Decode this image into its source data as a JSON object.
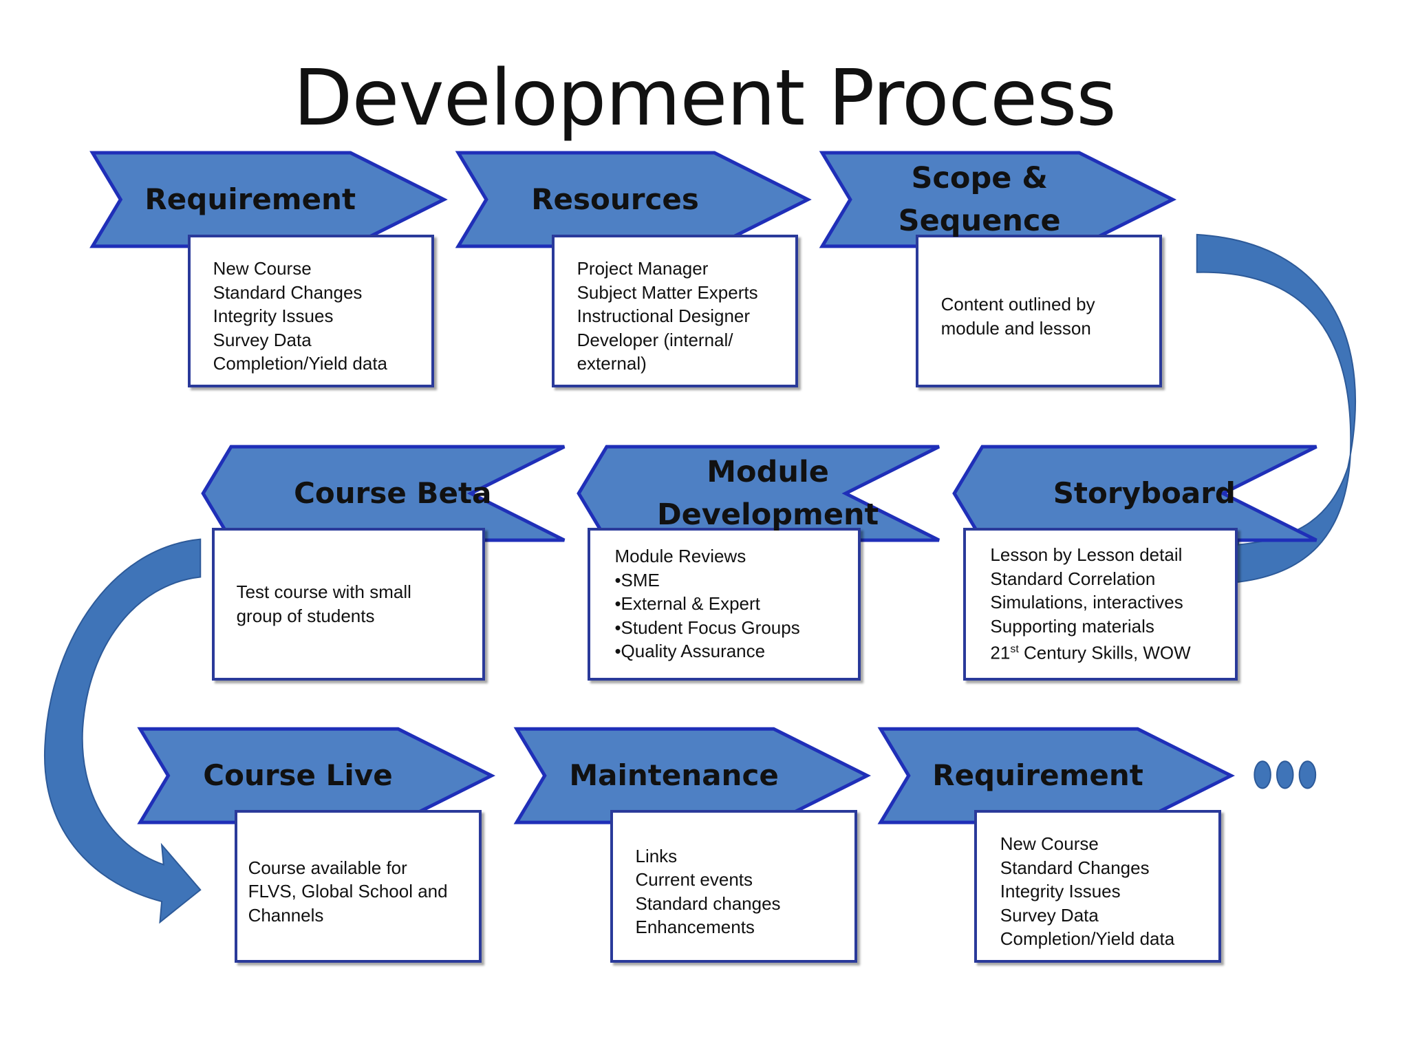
{
  "title": "Development Process",
  "colors": {
    "chevron_fill": "#4e80c4",
    "chevron_border": "#1f2fb8",
    "arrow_fill": "#3f74b8",
    "box_border": "#2a3a9a"
  },
  "rows": [
    {
      "direction": "right",
      "steps": [
        {
          "label": "Requirement",
          "items": [
            "New Course",
            "Standard Changes",
            "Integrity Issues",
            "Survey Data",
            "Completion/Yield data"
          ]
        },
        {
          "label": "Resources",
          "items": [
            "Project Manager",
            "Subject Matter Experts",
            "Instructional Designer",
            "Developer (internal/",
            "external)"
          ]
        },
        {
          "label": "Scope & Sequence",
          "items": [
            "Content outlined by",
            "module and lesson"
          ]
        }
      ]
    },
    {
      "direction": "left",
      "steps": [
        {
          "label": "Course Beta",
          "items": [
            "Test course with small",
            "group of students"
          ]
        },
        {
          "label": "Module Development",
          "items": [
            "Module Reviews",
            "•SME",
            "•External & Expert",
            "•Student  Focus Groups",
            "•Quality Assurance"
          ]
        },
        {
          "label": "Storyboard",
          "items": [
            "Lesson by Lesson detail",
            "Standard Correlation",
            "Simulations, interactives",
            "Supporting materials",
            "21st Century Skills, WOW"
          ]
        }
      ]
    },
    {
      "direction": "right",
      "steps": [
        {
          "label": "Course Live",
          "items": [
            "Course available for",
            "FLVS, Global School and",
            "Channels"
          ]
        },
        {
          "label": "Maintenance",
          "items": [
            "Links",
            "Current events",
            "Standard changes",
            "Enhancements"
          ]
        },
        {
          "label": "Requirement",
          "items": [
            "New Course",
            "Standard Changes",
            "Integrity Issues",
            "Survey Data",
            "Completion/Yield data"
          ]
        }
      ]
    }
  ],
  "continuation": {
    "icon": "ellipsis-dots-icon"
  }
}
